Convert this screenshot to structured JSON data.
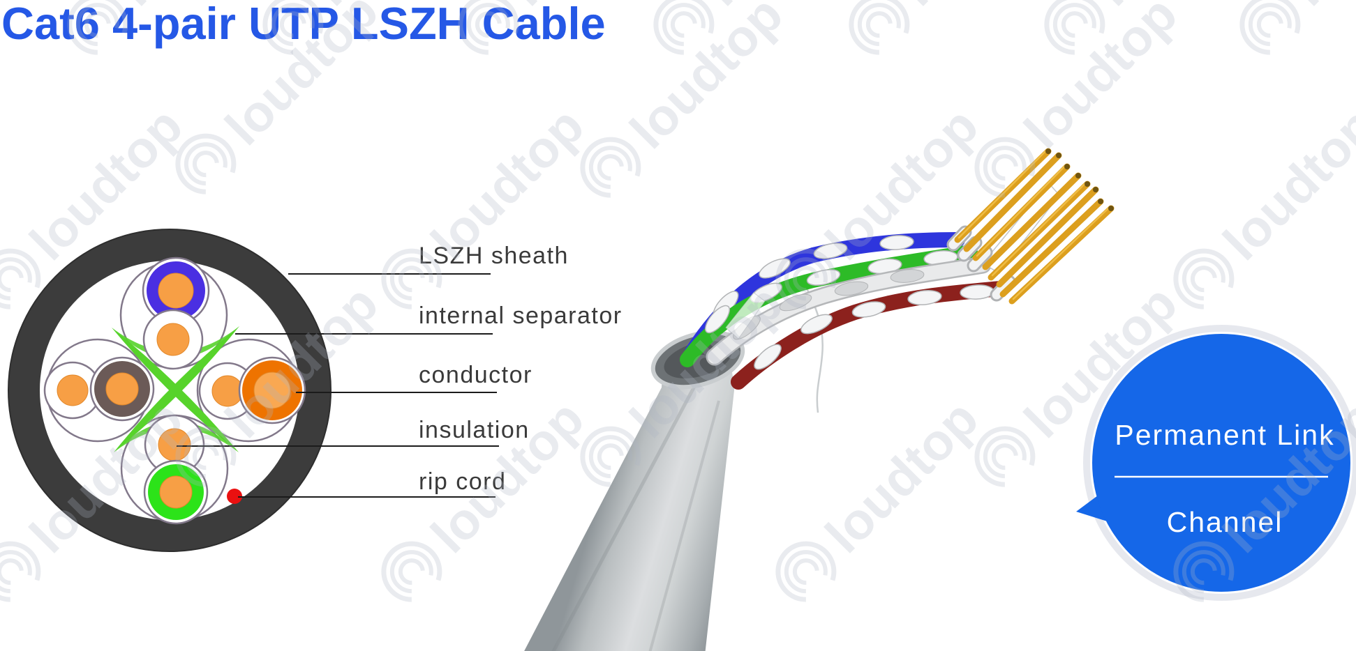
{
  "title": {
    "text": "Cat6 4-pair UTP LSZH Cable"
  },
  "watermark": {
    "text": "loudtop"
  },
  "cross_section": {
    "description": "cable cross-section diagram with 4 twisted pairs around a cross separator",
    "labels": [
      {
        "text": "LSZH sheath"
      },
      {
        "text": "internal separator"
      },
      {
        "text": "conductor"
      },
      {
        "text": "insulation"
      },
      {
        "text": "rip cord"
      }
    ]
  },
  "callout": {
    "top": "Permanent Link",
    "bottom": "Channel"
  },
  "colors": {
    "title-blue": "#2558e6",
    "label-dark": "#3a3a3a",
    "callout-blue": "#1567e8",
    "sheath-black": "#3c3c3c",
    "separator-green": "#57d32b",
    "conductor-orange": "#f79f45",
    "insulation-blue": "#4a2fe2",
    "insulation-green": "#2ce319",
    "insulation-brown": "#6b5a57",
    "insulation-orange": "#ee7300",
    "rip-cord-red": "#ea1010",
    "cable-gray": "#c8cccd",
    "copper-gold": "#dc9f1e"
  }
}
